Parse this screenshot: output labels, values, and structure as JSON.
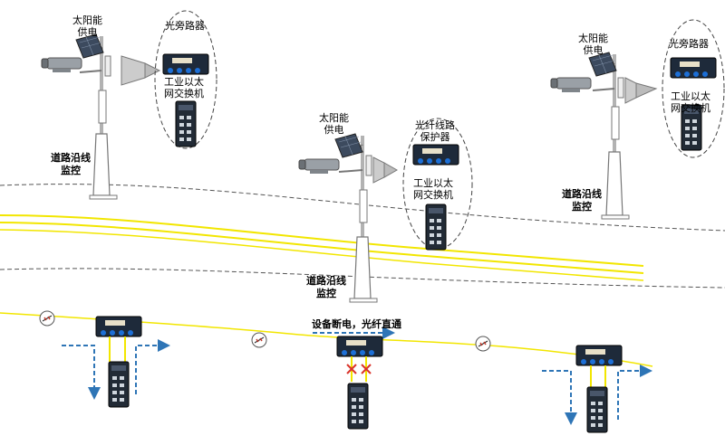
{
  "sites": [
    {
      "solar_label": [
        "太阳能",
        "供电"
      ],
      "device_label": "光旁路器",
      "switch_label": [
        "工业以太",
        "网交换机"
      ],
      "road_label": [
        "道路沿线",
        "监控"
      ]
    },
    {
      "solar_label": [
        "太阳能",
        "供电"
      ],
      "device_label": [
        "光纤线路",
        "保护器"
      ],
      "switch_label": [
        "工业以太",
        "网交换机"
      ],
      "road_label": [
        "道路沿线",
        "监控"
      ]
    },
    {
      "solar_label": [
        "太阳能",
        "供电"
      ],
      "device_label": "光旁路器",
      "switch_label": [
        "工业以太",
        "网交换机"
      ],
      "road_label": [
        "道路沿线",
        "监控"
      ]
    }
  ],
  "failover_label": "设备断电，光纤直通",
  "colors": {
    "fiber": "#f2e600",
    "arrow": "#2e75b6",
    "fault": "#d9342b",
    "device": "#1e2a3a"
  }
}
